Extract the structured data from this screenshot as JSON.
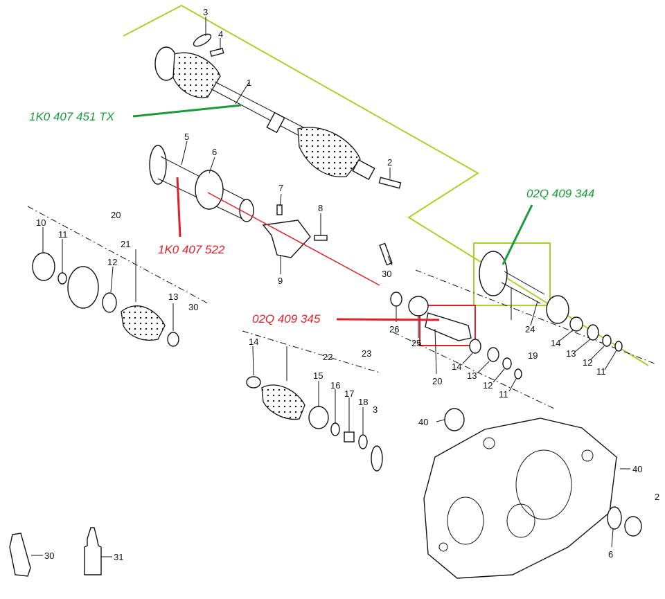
{
  "callouts": {
    "axle_part": "1K0 407 451 TX",
    "flange_part": "02Q 409 344",
    "shaft_part": "1K0 407 522",
    "stub_part": "02Q 409 345"
  },
  "labels": {
    "n1": "1",
    "n2": "2",
    "n3": "3",
    "n4": "4",
    "n5": "5",
    "n6": "6",
    "n7": "7",
    "n8": "8",
    "n9": "9",
    "n10": "10",
    "n11": "11",
    "n12": "12",
    "n13": "13",
    "n14": "14",
    "n15": "15",
    "n16": "16",
    "n17": "17",
    "n18": "18",
    "n19": "19",
    "n20": "20",
    "n21": "21",
    "n22": "22",
    "n23": "23",
    "n24": "24",
    "n25": "25",
    "n26": "26",
    "n30": "30",
    "n31": "31",
    "n40": "40",
    "n3b": "3",
    "n2b": "2"
  },
  "colors": {
    "green_callout": "#1a9a3a",
    "red_callout": "#e0202a",
    "yellow_outline": "#a8d12a",
    "linework": "#111111"
  }
}
